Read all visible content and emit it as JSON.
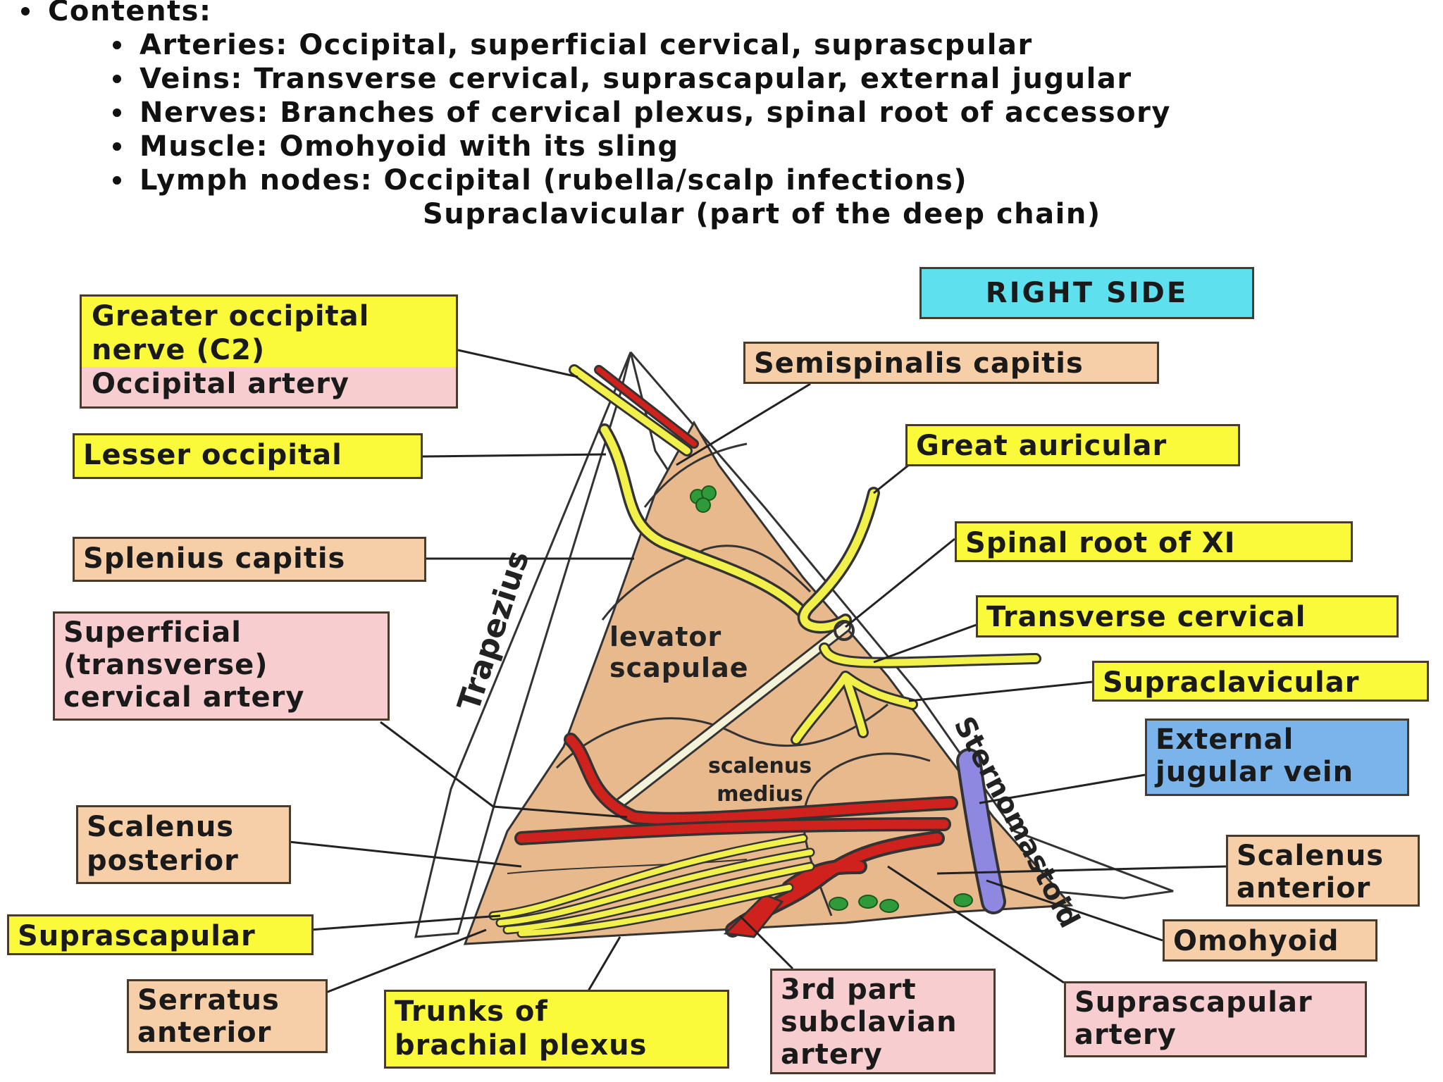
{
  "contents": {
    "heading": "Contents:",
    "items": [
      "Arteries: Occipital, superficial cervical, suprascpular",
      "Veins: Transverse cervical, suprascapular, external jugular",
      "Nerves: Branches of cervical plexus, spinal root of accessory",
      "Muscle: Omohyoid with its sling",
      "Lymph nodes: Occipital (rubella/scalp infections)"
    ],
    "continuation": "Supraclavicular (part of the deep chain)"
  },
  "labels": {
    "right_side": "RIGHT SIDE",
    "greater_occipital_line1": "Greater occipital",
    "greater_occipital_line2": "nerve (C2)",
    "occipital_artery": "Occipital artery",
    "semispinalis": "Semispinalis capitis",
    "lesser_occipital": "Lesser occipital",
    "great_auricular": "Great auricular",
    "splenius": "Splenius capitis",
    "spinal_root": "Spinal root of XI",
    "superficial_line1": "Superficial",
    "superficial_line2": "(transverse)",
    "superficial_line3": "cervical artery",
    "transverse_cervical": "Transverse cervical",
    "supraclavicular": "Supraclavicular",
    "external_jugular_line1": "External",
    "external_jugular_line2": "jugular vein",
    "scalenus_posterior_line1": "Scalenus",
    "scalenus_posterior_line2": "posterior",
    "scalenus_anterior_line1": "Scalenus",
    "scalenus_anterior_line2": "anterior",
    "suprascapular": "Suprascapular",
    "omohyoid": "Omohyoid",
    "serratus_line1": "Serratus",
    "serratus_line2": "anterior",
    "trunks_line1": "Trunks of",
    "trunks_line2": "brachial plexus",
    "third_part_line1": "3rd part",
    "third_part_line2": "subclavian",
    "third_part_line3": "artery",
    "suprascapular_artery_line1": "Suprascapular",
    "suprascapular_artery_line2": "artery"
  },
  "organ_text": {
    "trapezius": "Trapezius",
    "sternomastoid": "Sternomastoid",
    "levator_line1": "levator",
    "levator_line2": "scapulae",
    "scalenus_medius_line1": "scalenus",
    "scalenus_medius_line2": "medius"
  },
  "colors": {
    "nerve": "#f2f04a",
    "artery": "#d0221c",
    "vein": "#8f88e0",
    "muscle": "#e9b98e",
    "lymph_node": "#2f9a3a"
  }
}
